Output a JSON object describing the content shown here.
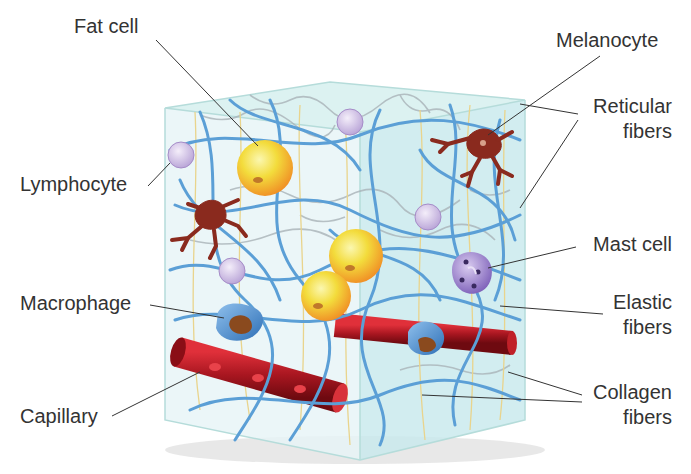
{
  "diagram": {
    "labels": [
      "Fat cell",
      "Melanocyte",
      "Reticular fibers",
      "Lymphocyte",
      "Mast cell",
      "Macrophage",
      "Elastic fibers",
      "Capillary",
      "Collagen fibers"
    ]
  }
}
